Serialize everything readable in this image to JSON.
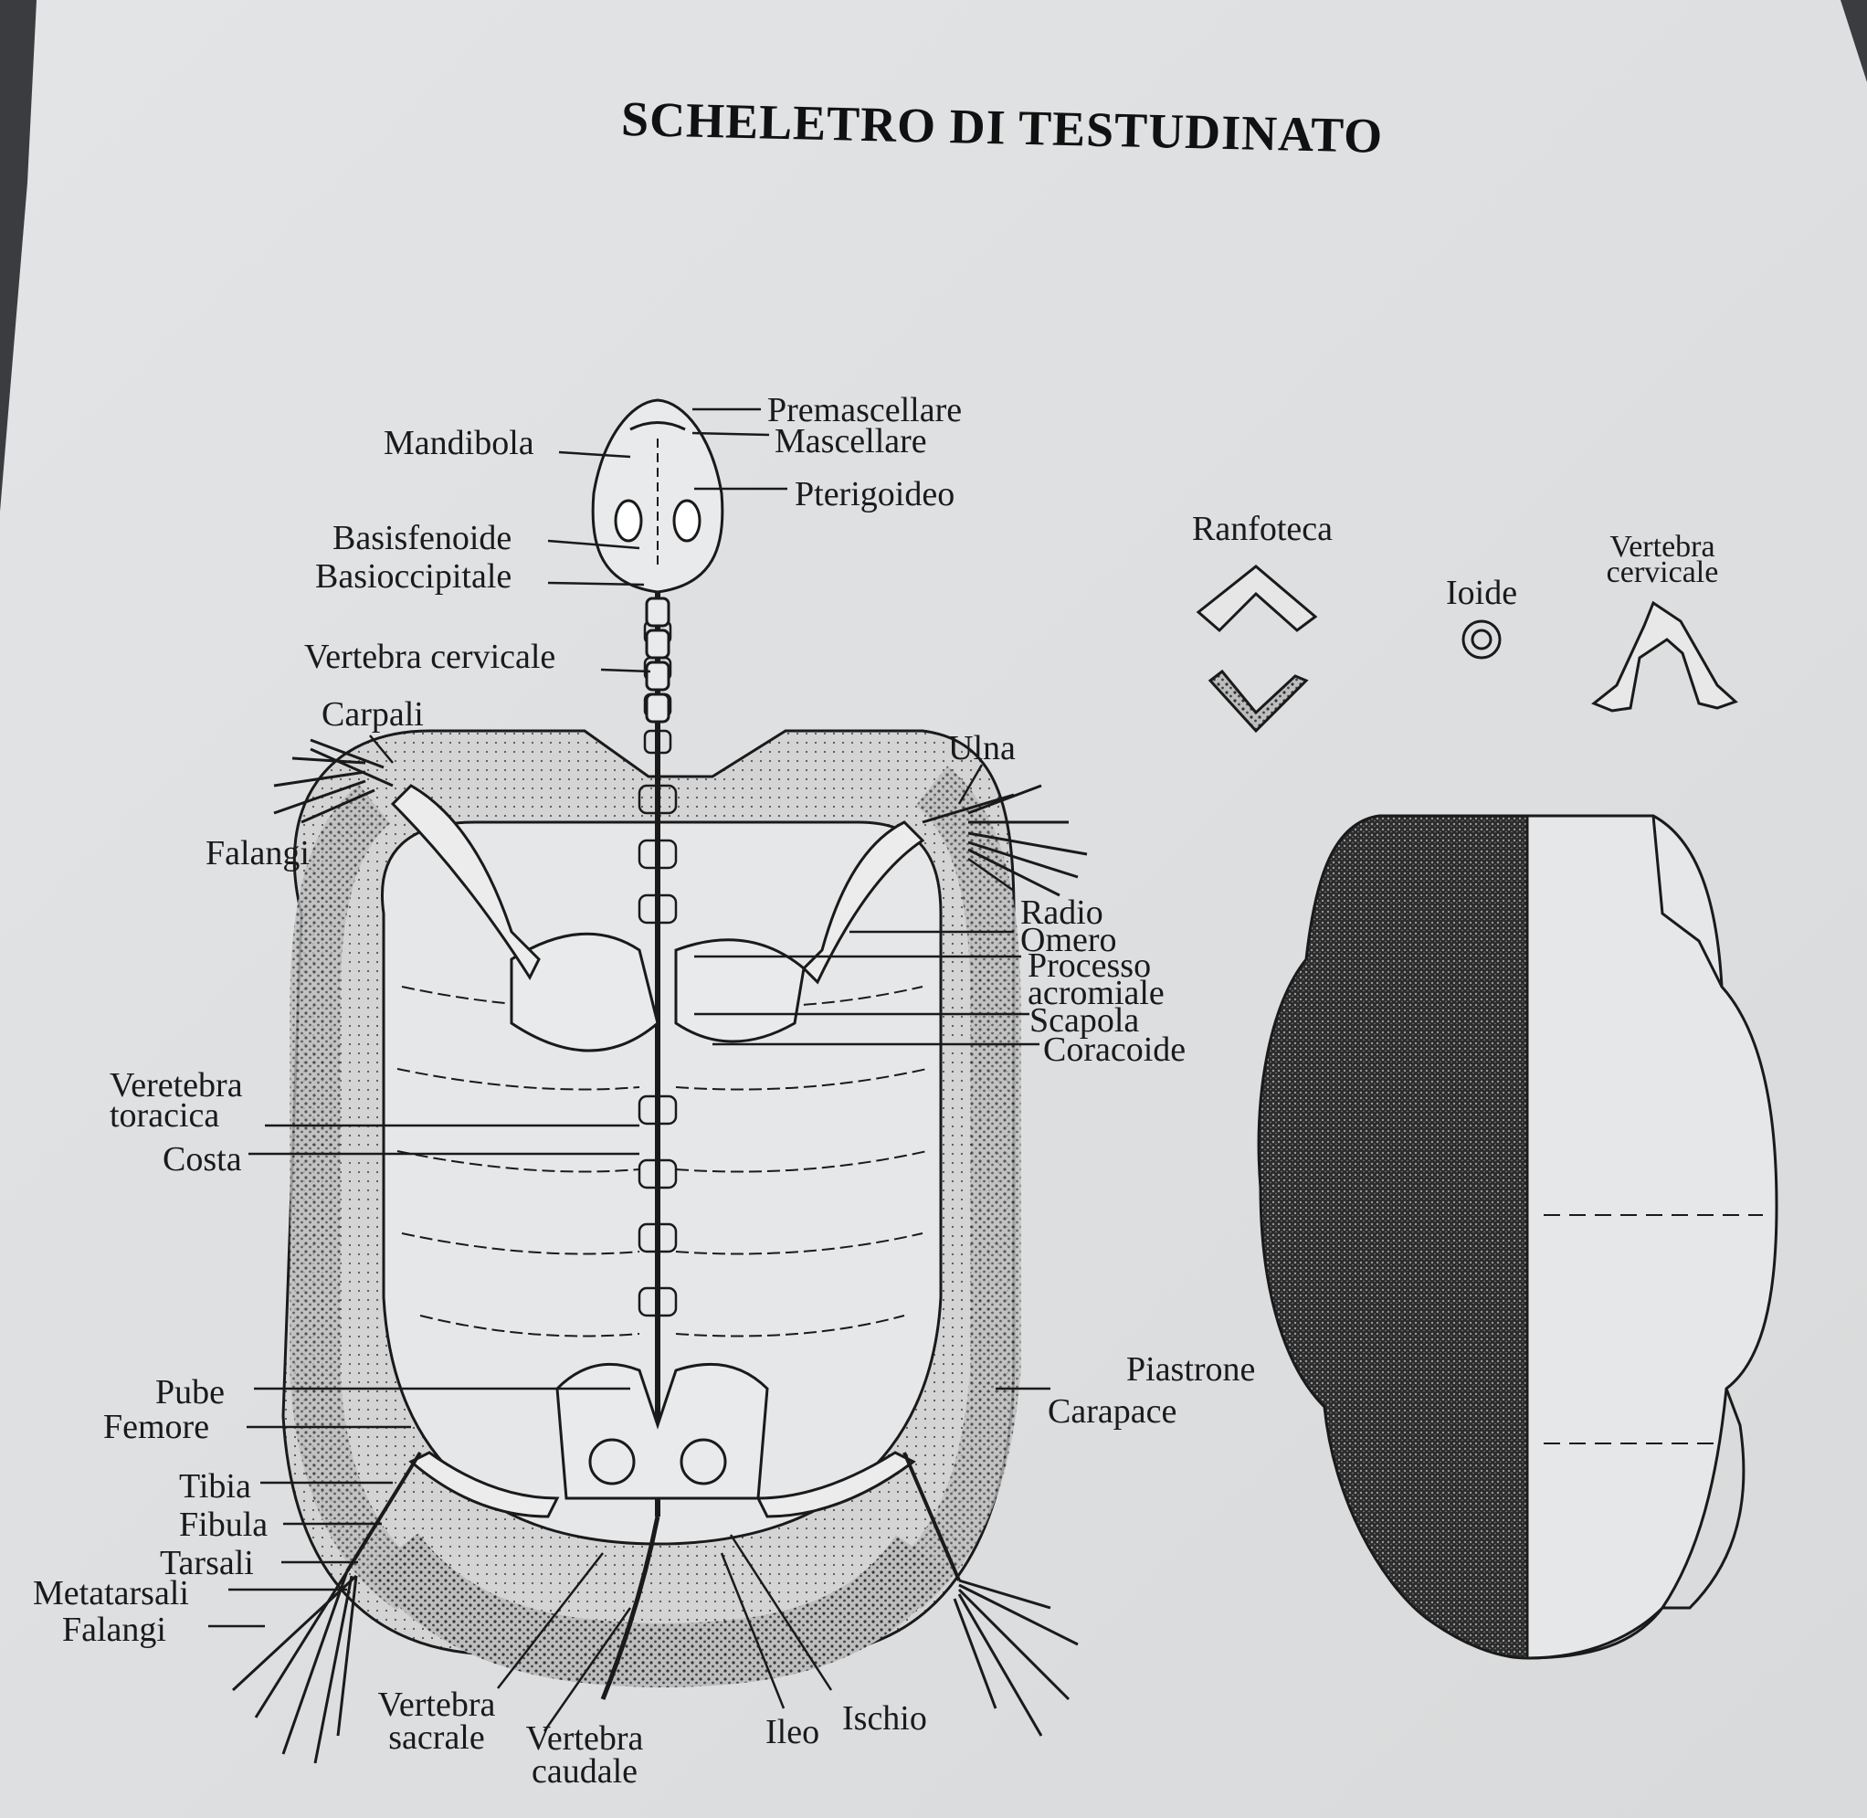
{
  "title": "SCHELETRO DI TESTUDINATO",
  "labels": {
    "premascellare": "Premascellare",
    "mascellare": "Mascellare",
    "mandibola": "Mandibola",
    "pterigoideo": "Pterigoideo",
    "basisfenoide": "Basisfenoide",
    "basioccipitale": "Basioccipitale",
    "vertebra_cervicale": "Vertebra cervicale",
    "carpali": "Carpali",
    "ulna": "Ulna",
    "falangi_anteriori": "Falangi",
    "radio": "Radio",
    "omero": "Omero",
    "processo": "Processo",
    "acromiale": "acromiale",
    "scapola": "Scapola",
    "coracoide": "Coracoide",
    "veretebra": "Veretebra",
    "toracica": "toracica",
    "costa": "Costa",
    "pube": "Pube",
    "femore": "Femore",
    "tibia": "Tibia",
    "fibula": "Fibula",
    "tarsali": "Tarsali",
    "metatarsali": "Metatarsali",
    "falangi_posteriori": "Falangi",
    "vertebra_sacrale_1": "Vertebra",
    "vertebra_sacrale_2": "sacrale",
    "vertebra_caudale_1": "Vertebra",
    "vertebra_caudale_2": "caudale",
    "ileo": "Ileo",
    "ischio": "Ischio",
    "carapace": "Carapace",
    "piastrone": "Piastrone",
    "ranfoteca": "Ranfoteca",
    "ioide": "Ioide",
    "vertebra_cerv_small_1": "Vertebra",
    "vertebra_cerv_small_2": "cervicale"
  }
}
